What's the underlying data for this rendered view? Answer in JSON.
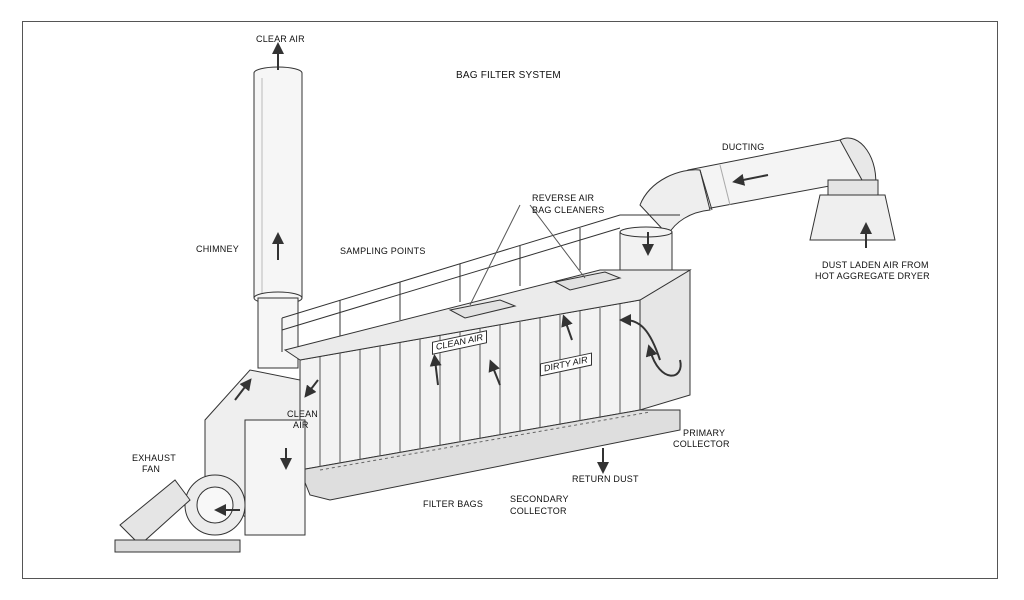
{
  "diagram": {
    "title": "BAG FILTER SYSTEM",
    "labels": {
      "clear_air": "CLEAR AIR",
      "chimney": "CHIMNEY",
      "sampling_points": "SAMPLING POINTS",
      "reverse_air_line1": "REVERSE AIR",
      "reverse_air_line2": "BAG CLEANERS",
      "ducting": "DUCTING",
      "dust_laden_line1": "DUST LADEN AIR FROM",
      "dust_laden_line2": "HOT AGGREGATE DRYER",
      "clean_air_panel": "CLEAN AIR",
      "dirty_air_panel": "DIRTY AIR",
      "clean_air_side_line1": "CLEAN",
      "clean_air_side_line2": "AIR",
      "exhaust_fan_line1": "EXHAUST",
      "exhaust_fan_line2": "FAN",
      "primary_collector_line1": "PRIMARY",
      "primary_collector_line2": "COLLECTOR",
      "return_dust": "RETURN DUST",
      "filter_bags": "FILTER BAGS",
      "secondary_collector_line1": "SECONDARY",
      "secondary_collector_line2": "COLLECTOR"
    },
    "colors": {
      "line": "#333333",
      "fill": "#f4f4f4",
      "shade": "#d9d9d9",
      "frame": "#555555"
    }
  }
}
